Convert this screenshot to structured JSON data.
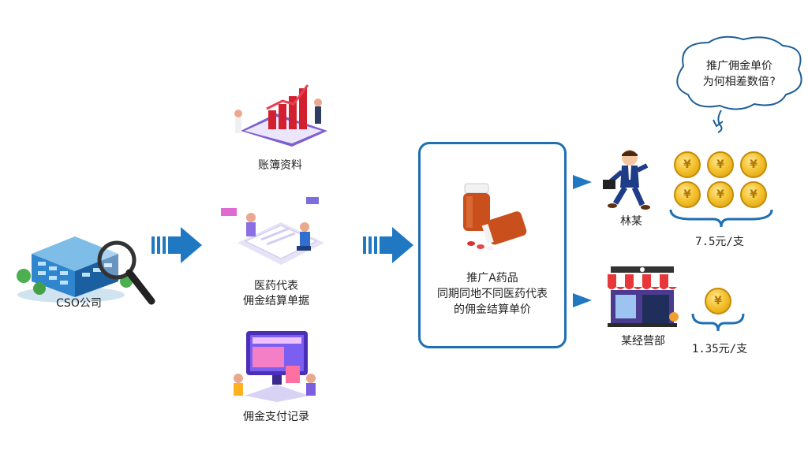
{
  "nodes": {
    "cso": "CSO公司",
    "ledger": "账簿资料",
    "settlement_line1": "医药代表",
    "settlement_line2": "佣金结算单据",
    "payment": "佣金支付记录",
    "center_line1": "推广A药品",
    "center_line2": "同期同地不同医药代表",
    "center_line3": "的佣金结算单价",
    "person": "林某",
    "shop": "某经营部"
  },
  "prices": {
    "person_price": "7.5元/支",
    "shop_price": "1.35元/支"
  },
  "thought_bubble": {
    "line1": "推广佣金单价",
    "line2": "为何相差数倍?"
  },
  "coin_glyph": "¥",
  "colors": {
    "arrow_blue": "#1f78c1",
    "box_border": "#1f6fb3",
    "coin_gold": "#f4c431",
    "bracket_blue": "#1f6fb3"
  }
}
